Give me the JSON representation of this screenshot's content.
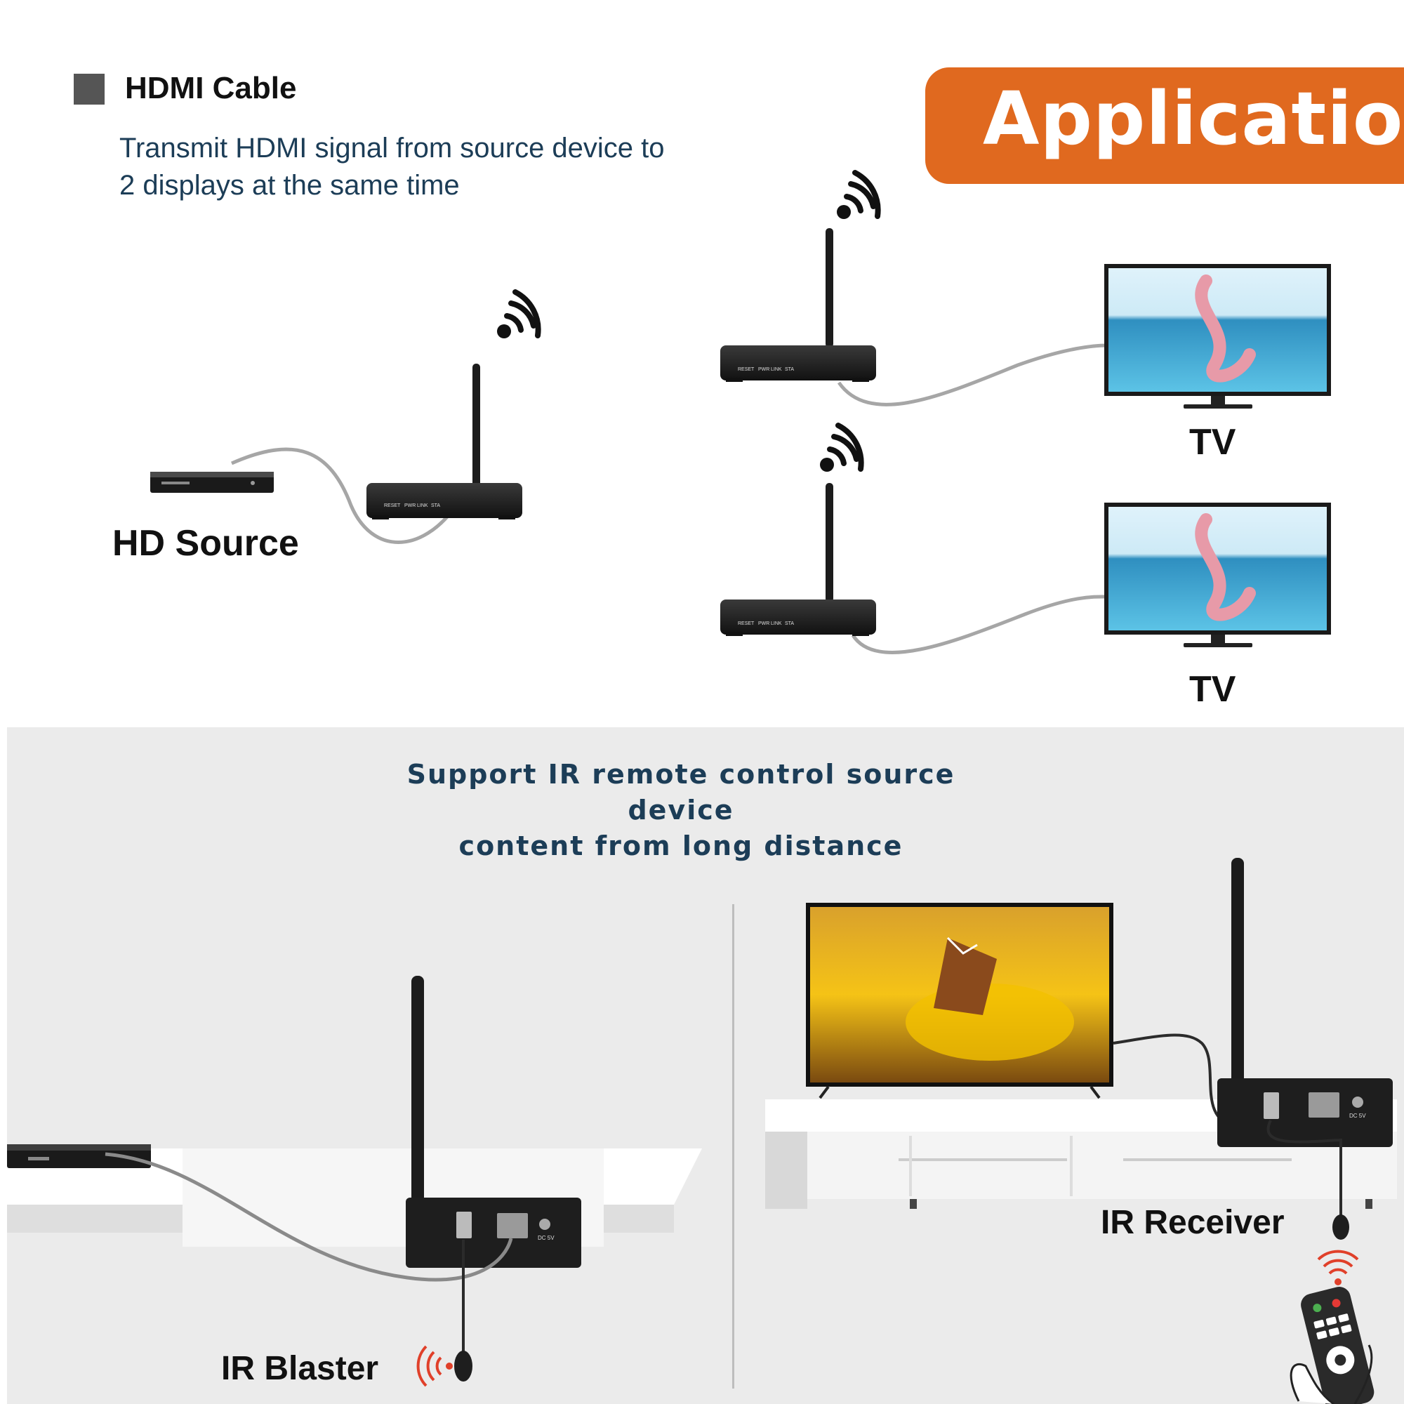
{
  "legend": {
    "label": "HDMI Cable",
    "swatch_color": "#555555"
  },
  "description": {
    "line1": "Transmit HDMI signal from source device to",
    "line2": "2 displays at the same time"
  },
  "banner": {
    "text": "Application",
    "color": "#e0691f"
  },
  "top_labels": {
    "source": "HD Source",
    "tv_upper": "TV",
    "tv_lower": "TV"
  },
  "device_panel_labels": {
    "reset": "RESET",
    "pwr": "PWR",
    "link": "LINK",
    "sta": "STA",
    "dc": "DC 5V"
  },
  "bottom": {
    "title_line1": "Support IR remote control source device",
    "title_line2": "content from long distance",
    "ir_blaster": "IR Blaster",
    "ir_receiver": "IR Receiver"
  },
  "colors": {
    "ir_signal": "#e0402a",
    "device": "#1e1e1e",
    "cable": "#9a9a9a",
    "title": "#1c3d57"
  },
  "icons": [
    "wifi-signal-icon",
    "ir-signal-icon"
  ]
}
